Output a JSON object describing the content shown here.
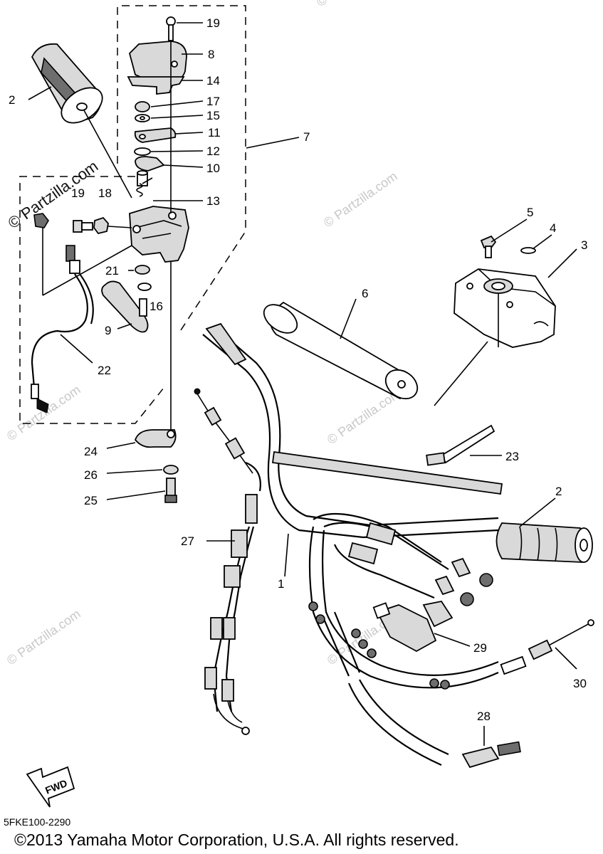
{
  "watermark": {
    "text": "© Partzilla.com",
    "color": "#c8c8c8"
  },
  "diagram": {
    "code": "5FKE100-2290",
    "copyright": "©2013 Yamaha Motor Corporation, U.S.A. All rights reserved.",
    "fwd_label": "FWD",
    "part_numbers": [
      "19",
      "8",
      "14",
      "2",
      "17",
      "15",
      "11",
      "7",
      "12",
      "10",
      "13",
      "19",
      "18",
      "5",
      "4",
      "3",
      "21",
      "16",
      "6",
      "9",
      "22",
      "24",
      "23",
      "26",
      "25",
      "2",
      "27",
      "1",
      "29",
      "30",
      "28"
    ]
  }
}
